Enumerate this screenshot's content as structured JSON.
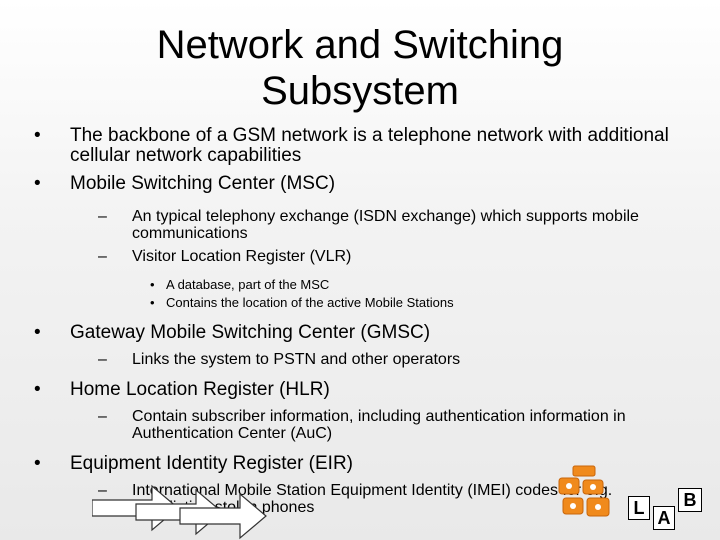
{
  "slide": {
    "title_line1": "Network and Switching",
    "title_line2": "Subsystem",
    "bullet_char": "•",
    "dash_char": "–",
    "b1": "The backbone of a GSM network is a telephone network with additional cellular network capabilities",
    "b2": "Mobile Switching Center (MSC)",
    "b2_s1": "An typical telephony exchange (ISDN exchange) which supports mobile communications",
    "b2_s2": "Visitor Location Register (VLR)",
    "b2_s2_i1": "A database, part of the MSC",
    "b2_s2_i2": "Contains the location of the active Mobile Stations",
    "b3": "Gateway Mobile Switching Center (GMSC)",
    "b3_s1": "Links the system to PSTN and other operators",
    "b4": "Home Location Register (HLR)",
    "b4_s1": "Contain subscriber information, including authentication information in Authentication Center (AuC)",
    "b5": "Equipment Identity Register (EIR)",
    "b5_s1": "International Mobile Station Equipment Identity (IMEI) codes for e.g. blacklisting stolen phones"
  },
  "footer": {
    "label_l": "L",
    "label_a": "A",
    "label_b": "B",
    "logo_icon": "orange-logo-icon",
    "arrow_icon": "outline-arrows-icon"
  }
}
